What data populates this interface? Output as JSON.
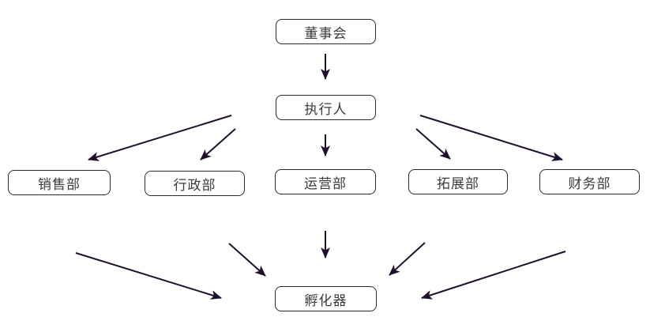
{
  "diagram": {
    "type": "org-flowchart",
    "nodes": {
      "board": {
        "label": "董事会"
      },
      "executor": {
        "label": "执行人"
      },
      "sales": {
        "label": "销售部"
      },
      "admin": {
        "label": "行政部"
      },
      "operations": {
        "label": "运营部"
      },
      "expansion": {
        "label": "拓展部"
      },
      "finance": {
        "label": "财务部"
      },
      "incubator": {
        "label": "孵化器"
      }
    },
    "edges": [
      {
        "from": "board",
        "to": "executor"
      },
      {
        "from": "executor",
        "to": "sales"
      },
      {
        "from": "executor",
        "to": "admin"
      },
      {
        "from": "executor",
        "to": "operations"
      },
      {
        "from": "executor",
        "to": "expansion"
      },
      {
        "from": "executor",
        "to": "finance"
      },
      {
        "from": "sales",
        "to": "incubator"
      },
      {
        "from": "admin",
        "to": "incubator"
      },
      {
        "from": "operations",
        "to": "incubator"
      },
      {
        "from": "expansion",
        "to": "incubator"
      },
      {
        "from": "finance",
        "to": "incubator"
      }
    ],
    "colors": {
      "background": "#ffffff",
      "box_fill": "#ffffff",
      "box_border": "#2b2b2b",
      "text": "#3a3a3a",
      "arrow": "#20102d"
    }
  }
}
